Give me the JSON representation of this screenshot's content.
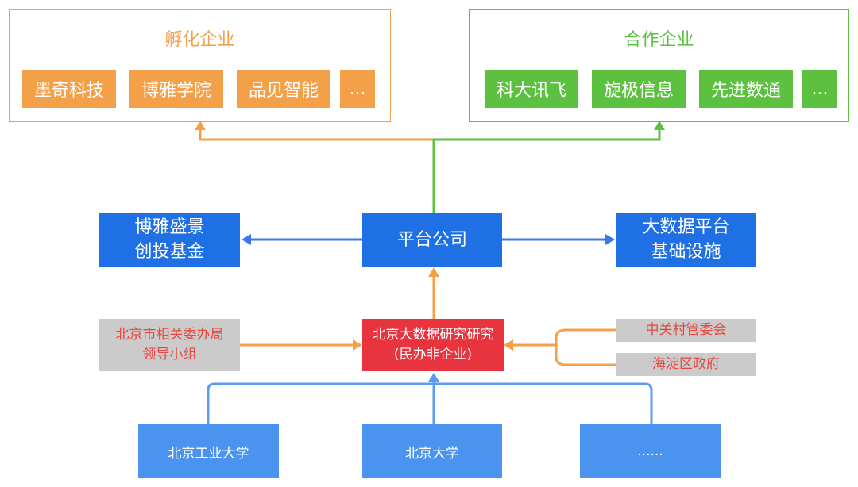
{
  "colors": {
    "orange": "#f4a048",
    "green": "#5cc140",
    "blue": "#1f6fe5",
    "light_blue": "#4a94ef",
    "gray": "#cbcbcb",
    "red": "#e8343e",
    "red_text": "#e8473e",
    "arrow_blue": "#3b78e7",
    "arrow_light_blue": "#5b9cf0"
  },
  "incubated": {
    "title": "孵化企业",
    "items": [
      "墨奇科技",
      "博雅学院",
      "品见智能",
      "..."
    ]
  },
  "partners": {
    "title": "合作企业",
    "items": [
      "科大讯飞",
      "旋极信息",
      "先进数通",
      "..."
    ]
  },
  "fund": {
    "line1": "博雅盛景",
    "line2": "创投基金"
  },
  "platform": {
    "label": "平台公司"
  },
  "infrastructure": {
    "line1": "大数据平台",
    "line2": "基础设施"
  },
  "leadership": {
    "line1": "北京市相关委办局",
    "line2": "领导小组"
  },
  "institute": {
    "line1": "北京大数据研究研究",
    "line2": "(民办非企业)"
  },
  "zgc": {
    "label": "中关村管委会"
  },
  "haidian": {
    "label": "海淀区政府"
  },
  "universities": [
    "北京工业大学",
    "北京大学",
    "......"
  ]
}
